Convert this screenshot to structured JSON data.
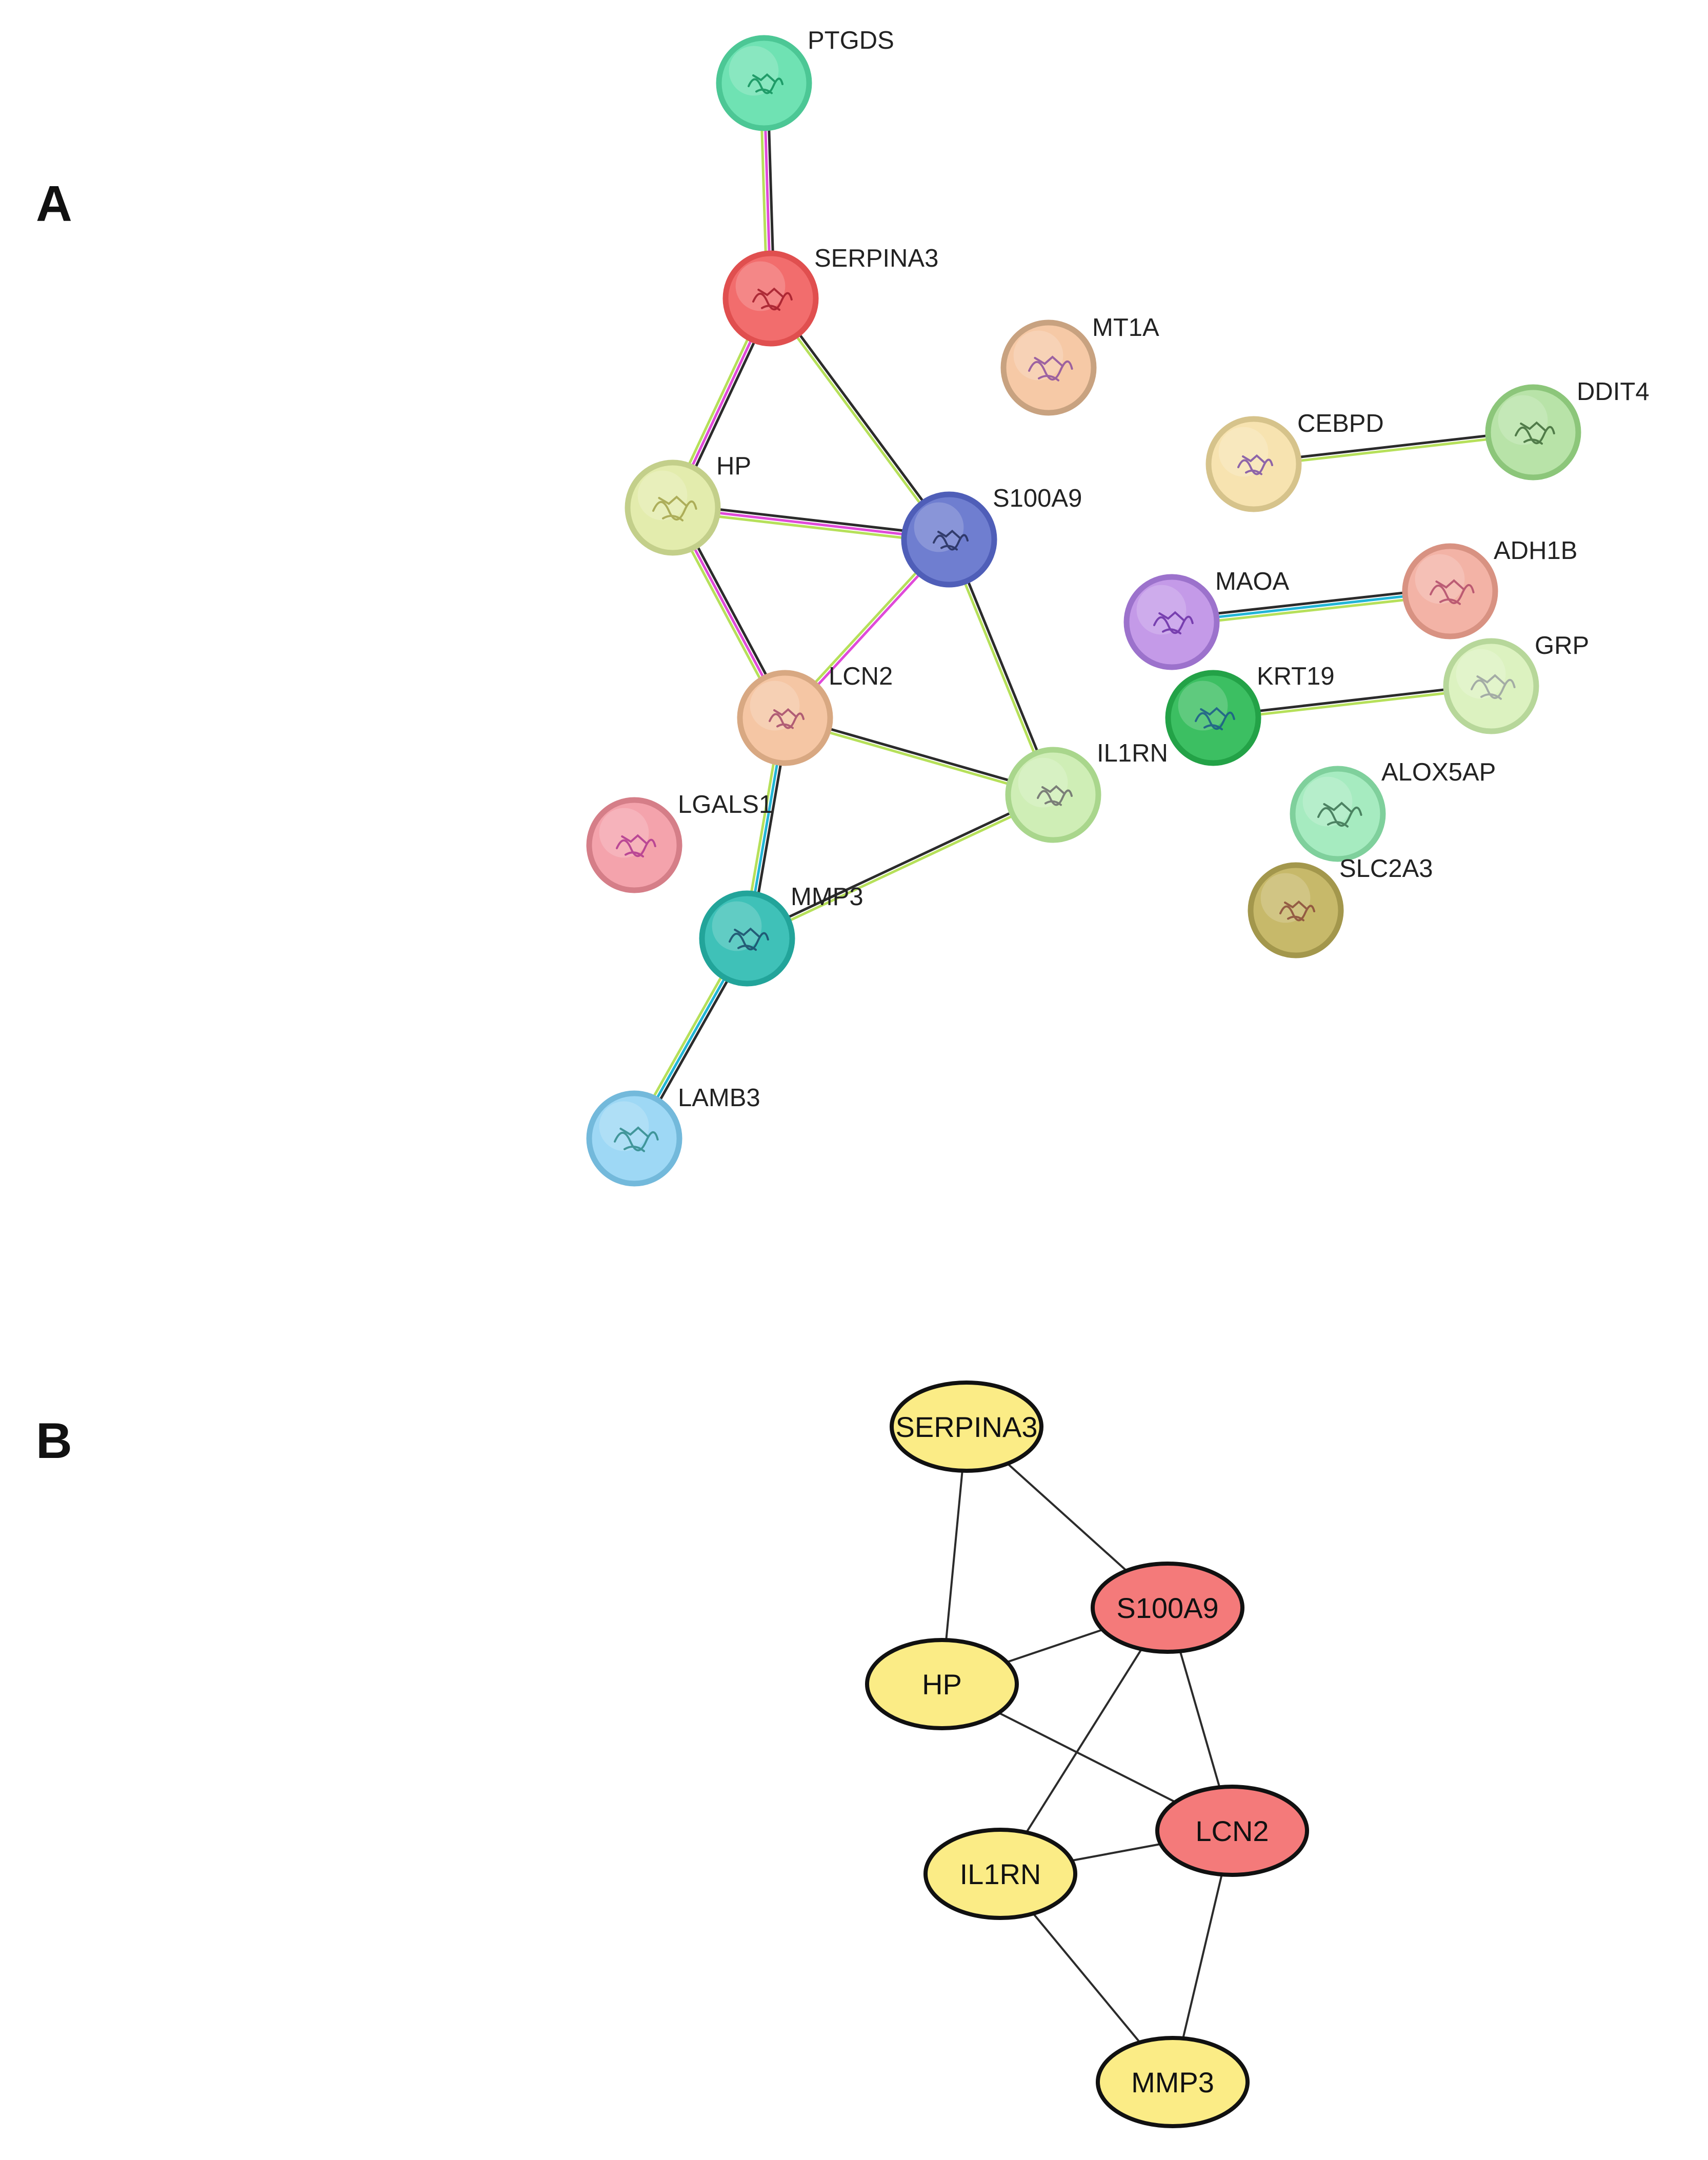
{
  "panels": {
    "a": "A",
    "b": "B"
  },
  "string_network": {
    "nodes": [
      {
        "id": "PTGDS",
        "label": "PTGDS",
        "color": "#6fe2b3",
        "border": "#4cc795",
        "glyph": "#0f8f5a"
      },
      {
        "id": "SERPINA3",
        "label": "SERPINA3",
        "color": "#f26d6d",
        "border": "#e04f4f",
        "glyph": "#a11b2a"
      },
      {
        "id": "MT1A",
        "label": "MT1A",
        "color": "#f6c9a6",
        "border": "#c8a280",
        "glyph": "#8d4f9e"
      },
      {
        "id": "CEBPD",
        "label": "CEBPD",
        "color": "#f7e3b0",
        "border": "#d6c38b",
        "glyph": "#7c4fa6"
      },
      {
        "id": "DDIT4",
        "label": "DDIT4",
        "color": "#b8e3a8",
        "border": "#8cc67a",
        "glyph": "#3e6a38"
      },
      {
        "id": "HP",
        "label": "HP",
        "color": "#e3ecad",
        "border": "#c3cf8a",
        "glyph": "#a3a34a"
      },
      {
        "id": "S100A9",
        "label": "S100A9",
        "color": "#6f7ed0",
        "border": "#4f5eb8",
        "glyph": "#242d5a"
      },
      {
        "id": "MAOA",
        "label": "MAOA",
        "color": "#c49ae8",
        "border": "#9c72cc",
        "glyph": "#6a2ea6"
      },
      {
        "id": "ADH1B",
        "label": "ADH1B",
        "color": "#f3b3a6",
        "border": "#d89282",
        "glyph": "#b24b6a"
      },
      {
        "id": "LCN2",
        "label": "LCN2",
        "color": "#f5c6a4",
        "border": "#d8a882",
        "glyph": "#a54a6b"
      },
      {
        "id": "KRT19",
        "label": "KRT19",
        "color": "#3cbf62",
        "border": "#23a247",
        "glyph": "#1b5a8a"
      },
      {
        "id": "GRP",
        "label": "GRP",
        "color": "#dcf2c0",
        "border": "#b7d79a",
        "glyph": "#9aa0a0"
      },
      {
        "id": "IL1RN",
        "label": "IL1RN",
        "color": "#cfeeb6",
        "border": "#a9d68c",
        "glyph": "#6b6b6b"
      },
      {
        "id": "LGALS1",
        "label": "LGALS1",
        "color": "#f4a3ac",
        "border": "#d57e88",
        "glyph": "#b0368f"
      },
      {
        "id": "ALOX5AP",
        "label": "ALOX5AP",
        "color": "#a6ebc0",
        "border": "#7fd09c",
        "glyph": "#3a7050"
      },
      {
        "id": "SLC2A3",
        "label": "SLC2A3",
        "color": "#c7b96a",
        "border": "#a3974c",
        "glyph": "#8a4a3a"
      },
      {
        "id": "MMP3",
        "label": "MMP3",
        "color": "#3fc1b8",
        "border": "#22a49a",
        "glyph": "#1a4a6a"
      },
      {
        "id": "LAMB3",
        "label": "LAMB3",
        "color": "#9ed8f5",
        "border": "#73b9db",
        "glyph": "#2f8a8a"
      }
    ],
    "edges": [
      {
        "from": "PTGDS",
        "to": "SERPINA3",
        "colors": [
          "#2b2b2b",
          "#e04ad9",
          "#b6e05a"
        ]
      },
      {
        "from": "SERPINA3",
        "to": "HP",
        "colors": [
          "#2b2b2b",
          "#e04ad9",
          "#b6e05a"
        ]
      },
      {
        "from": "SERPINA3",
        "to": "S100A9",
        "colors": [
          "#2b2b2b",
          "#b6e05a"
        ]
      },
      {
        "from": "HP",
        "to": "S100A9",
        "colors": [
          "#2b2b2b",
          "#e04ad9",
          "#b6e05a"
        ]
      },
      {
        "from": "HP",
        "to": "LCN2",
        "colors": [
          "#2b2b2b",
          "#e04ad9",
          "#b6e05a"
        ]
      },
      {
        "from": "S100A9",
        "to": "LCN2",
        "colors": [
          "#e04ad9",
          "#b6e05a"
        ]
      },
      {
        "from": "S100A9",
        "to": "IL1RN",
        "colors": [
          "#2b2b2b",
          "#b6e05a"
        ]
      },
      {
        "from": "LCN2",
        "to": "IL1RN",
        "colors": [
          "#2b2b2b",
          "#b6e05a"
        ]
      },
      {
        "from": "LCN2",
        "to": "MMP3",
        "colors": [
          "#2b2b2b",
          "#22b5d6",
          "#b6e05a"
        ]
      },
      {
        "from": "MMP3",
        "to": "IL1RN",
        "colors": [
          "#2b2b2b",
          "#b6e05a"
        ]
      },
      {
        "from": "MMP3",
        "to": "LAMB3",
        "colors": [
          "#2b2b2b",
          "#22b5d6",
          "#b6e05a"
        ]
      },
      {
        "from": "CEBPD",
        "to": "DDIT4",
        "colors": [
          "#2b2b2b",
          "#b6e05a"
        ]
      },
      {
        "from": "MAOA",
        "to": "ADH1B",
        "colors": [
          "#2b2b2b",
          "#22b5d6",
          "#b6e05a"
        ]
      },
      {
        "from": "KRT19",
        "to": "GRP",
        "colors": [
          "#2b2b2b",
          "#b6e05a"
        ]
      }
    ]
  },
  "hub_network": {
    "nodes": [
      {
        "id": "SERPINA3",
        "label": "SERPINA3",
        "fill": "#fbec86"
      },
      {
        "id": "S100A9",
        "label": "S100A9",
        "fill": "#f47a7a"
      },
      {
        "id": "HP",
        "label": "HP",
        "fill": "#fbec86"
      },
      {
        "id": "LCN2",
        "label": "LCN2",
        "fill": "#f47a7a"
      },
      {
        "id": "IL1RN",
        "label": "IL1RN",
        "fill": "#fbec86"
      },
      {
        "id": "MMP3",
        "label": "MMP3",
        "fill": "#fbec86"
      }
    ],
    "edges": [
      {
        "from": "SERPINA3",
        "to": "HP"
      },
      {
        "from": "SERPINA3",
        "to": "S100A9"
      },
      {
        "from": "HP",
        "to": "S100A9"
      },
      {
        "from": "HP",
        "to": "LCN2"
      },
      {
        "from": "S100A9",
        "to": "LCN2"
      },
      {
        "from": "S100A9",
        "to": "IL1RN"
      },
      {
        "from": "IL1RN",
        "to": "LCN2"
      },
      {
        "from": "IL1RN",
        "to": "MMP3"
      },
      {
        "from": "LCN2",
        "to": "MMP3"
      }
    ]
  }
}
